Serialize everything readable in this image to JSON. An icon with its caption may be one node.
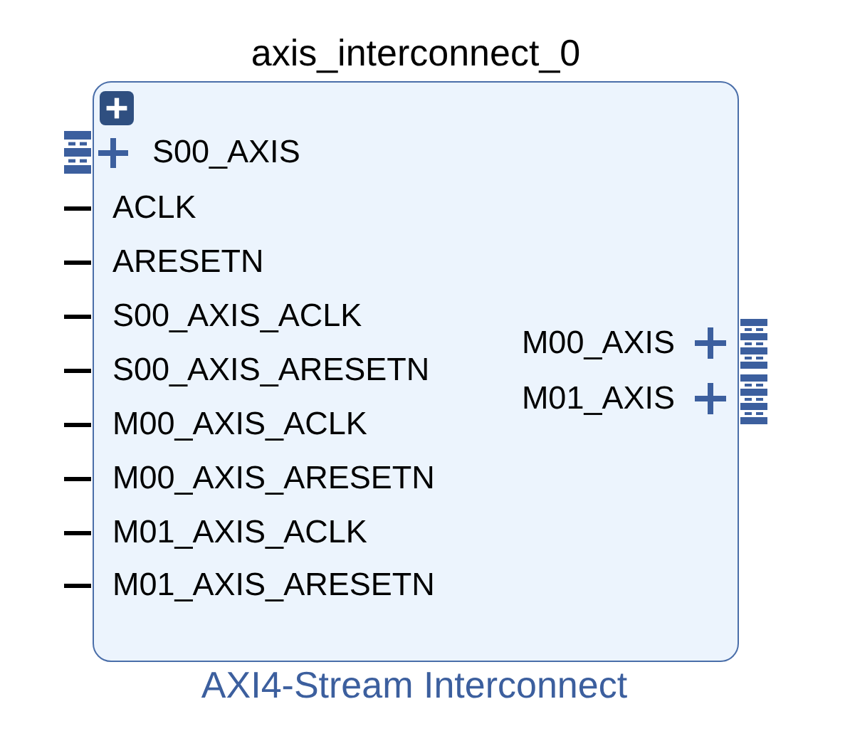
{
  "diagram": {
    "nodes": [
      {
        "text": [
          "axis_interconnect_0",
          "S00_AXIS",
          "ACLK",
          "ARESETN",
          "S00_AXIS_ACLK",
          "S00_AXIS_ARESETN",
          "M00_AXIS_ACLK",
          "M00_AXIS_ARESETN",
          "M01_AXIS_ACLK",
          "M01_AXIS_ARESETN",
          "M00_AXIS",
          "M01_AXIS",
          "AXI4-Stream Interconnect"
        ]
      }
    ]
  }
}
